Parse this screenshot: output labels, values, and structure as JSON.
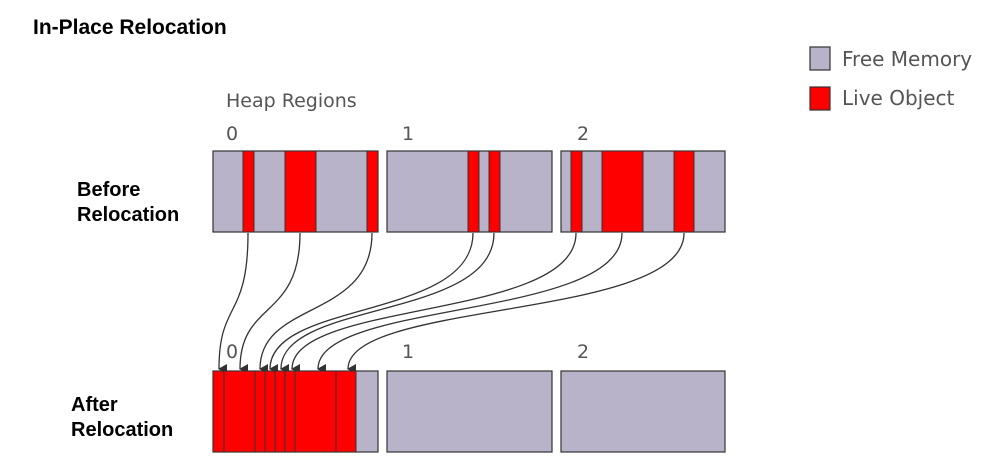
{
  "title": "In-Place Relocation",
  "legend": [
    {
      "label": "Free Memory",
      "color": "#b8b3c8"
    },
    {
      "label": "Live Object",
      "color": "#ff0000"
    }
  ],
  "heap_label": "Heap Regions",
  "rows": {
    "before": {
      "label_line1": "Before",
      "label_line2": "Relocation"
    },
    "after": {
      "label_line1": "After",
      "label_line2": "Relocation"
    }
  },
  "region_indices_before": [
    "0",
    "1",
    "2"
  ],
  "region_indices_after": [
    "0",
    "1",
    "2"
  ],
  "colors": {
    "free": "#b8b3c8",
    "live": "#ff0000",
    "stroke": "#333333",
    "arrow": "#333333"
  }
}
